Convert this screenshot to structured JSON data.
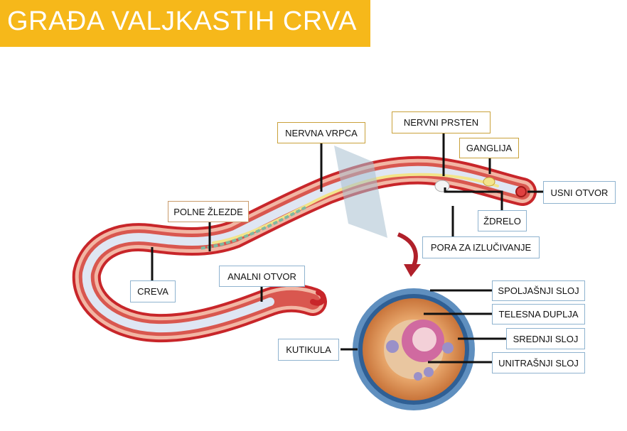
{
  "title": "GRAĐA VALJKASTIH CRVA",
  "labels": {
    "nervna_vrpca": "NERVNA VRPCA",
    "nervni_prsten": "NERVNI PRSTEN",
    "ganglija": "GANGLIJA",
    "usni_otvor": "USNI OTVOR",
    "zdrelo": "ŽDRELO",
    "pora": "PORA ZA IZLUČIVANJE",
    "polne_zlezde": "POLNE ŽLEZDE",
    "creva": "CREVA",
    "analni_otvor": "ANALNI OTVOR",
    "kutikula": "KUTIKULA",
    "spoljasnji_sloj": "SPOLJAŠNJI SLOJ",
    "telesna_duplja": "TELESNA DUPLJA",
    "srednji_sloj": "SREDNJI SLOJ",
    "unutrasnji_sloj": "UNITRAŠNJI SLOJ"
  },
  "colors": {
    "title_bg": "#f6b81a",
    "worm_outer": "#c8262a",
    "worm_body": "#f2b6a4",
    "nerve": "#f3e48a",
    "gut": "#dfe6f3",
    "cross_outer": "#5f8fbf",
    "cross_muscle": "#c8743a",
    "cross_gut": "#d06aa0"
  }
}
